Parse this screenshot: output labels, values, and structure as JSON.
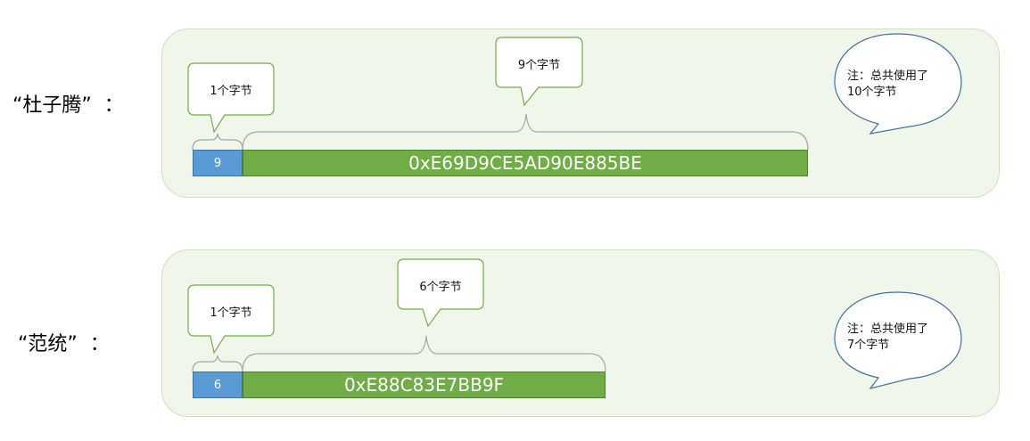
{
  "rows": [
    {
      "label": "“杜子腾”  ：",
      "length_label": "1个字节",
      "length_value": "9",
      "data_label": "9个字节",
      "data_value": "0xE69D9CE5AD90E885BE",
      "note_line1": "注：总共使用了",
      "note_line2": "10个字节"
    },
    {
      "label": "“范统”  ：",
      "length_label": "1个字节",
      "length_value": "6",
      "data_label": "6个字节",
      "data_value": "0xE88C83E7BB9F",
      "note_line1": "注：总共使用了",
      "note_line2": "7个字节"
    }
  ],
  "colors": {
    "panel_bg": "#f1f6ea",
    "length_box": "#5b9bd5",
    "data_box": "#70ad47",
    "callout_border": "#70ad47",
    "note_border": "#41719c"
  }
}
